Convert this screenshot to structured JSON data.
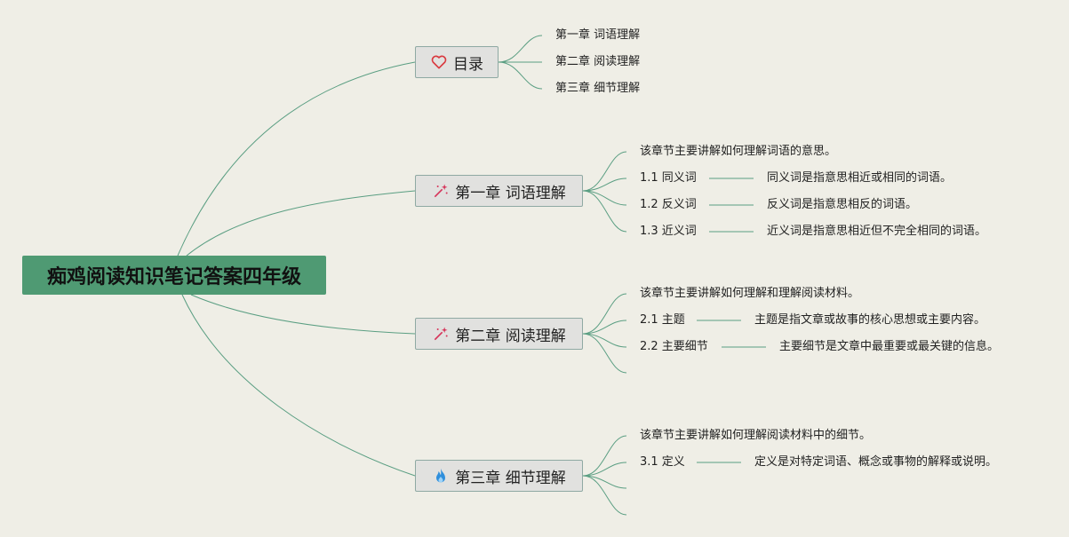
{
  "root": {
    "label": "痴鸡阅读知识笔记答案四年级"
  },
  "branches": [
    {
      "label": "目录",
      "icon": "heart-icon",
      "leaves": [
        "第一章 词语理解",
        "第二章 阅读理解",
        "第三章 细节理解"
      ]
    },
    {
      "label": "第一章 词语理解",
      "icon": "magic-wand-icon",
      "summary": "该章节主要讲解如何理解词语的意思。",
      "items": [
        {
          "label": "1.1 同义词",
          "desc": "同义词是指意思相近或相同的词语。"
        },
        {
          "label": "1.2 反义词",
          "desc": "反义词是指意思相反的词语。"
        },
        {
          "label": "1.3 近义词",
          "desc": "近义词是指意思相近但不完全相同的词语。"
        }
      ]
    },
    {
      "label": "第二章 阅读理解",
      "icon": "magic-wand-icon",
      "summary": "该章节主要讲解如何理解和理解阅读材料。",
      "items": [
        {
          "label": "2.1 主题",
          "desc": "主题是指文章或故事的核心思想或主要内容。"
        },
        {
          "label": "2.2 主要细节",
          "desc": "主要细节是文章中最重要或最关键的信息。"
        }
      ]
    },
    {
      "label": "第三章 细节理解",
      "icon": "flame-icon",
      "summary": "该章节主要讲解如何理解阅读材料中的细节。",
      "items": [
        {
          "label": "3.1 定义",
          "desc": "定义是对特定词语、概念或事物的解释或说明。"
        }
      ]
    }
  ],
  "colors": {
    "background": "#efeee6",
    "root_fill": "#4f9a73",
    "branch_fill": "#e1e1df",
    "connector": "#5a9e82"
  }
}
